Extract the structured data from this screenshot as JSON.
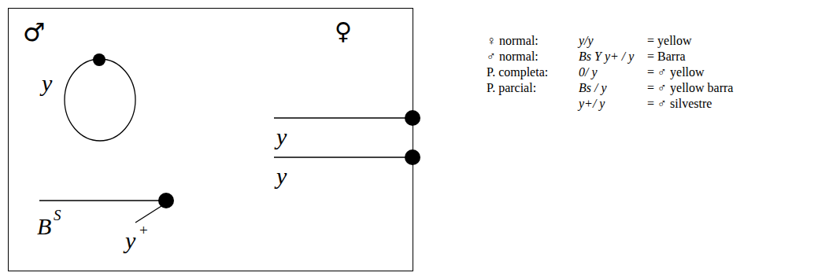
{
  "diagram": {
    "nodes": [
      {
        "text": [
          "♂",
          "y",
          "♀",
          "y",
          "y",
          "B",
          "S",
          "y",
          "+"
        ]
      }
    ],
    "labels": [
      "♀ normal:",
      "y/y",
      "= yellow",
      "♂ normal:",
      "Bs Y y+ / y",
      "= Barra",
      "P. completa:",
      "0/ y",
      "= ♂ yellow",
      "P. parcial:",
      "Bs / y",
      "= ♂ yellow barra",
      "y+/ y",
      "= ♂ silvestre"
    ]
  }
}
